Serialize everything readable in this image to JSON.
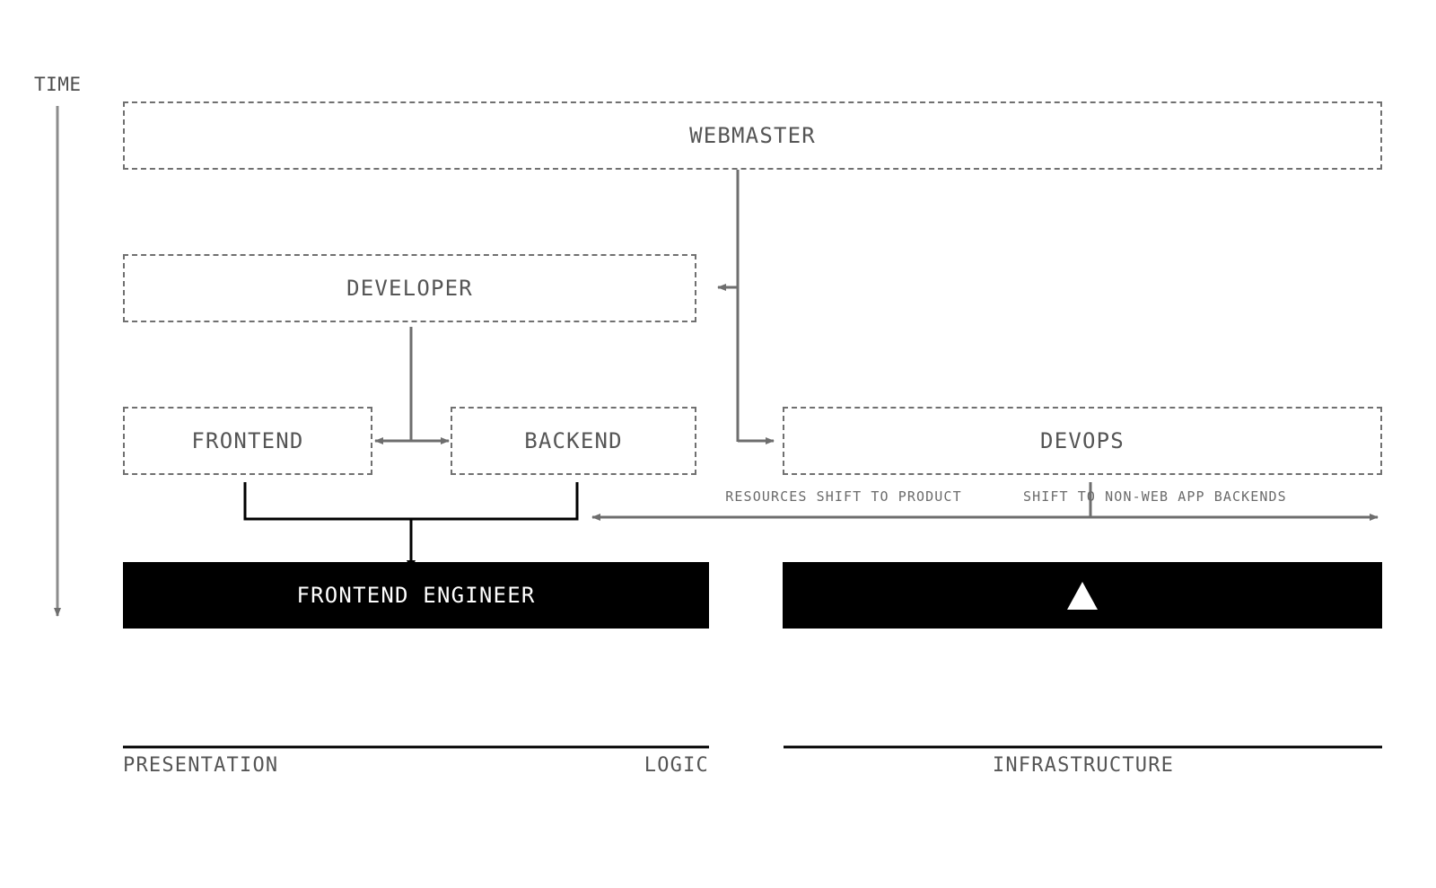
{
  "diagram": {
    "title_axis": "TIME",
    "roles": {
      "webmaster": "WEBMASTER",
      "developer": "DEVELOPER",
      "frontend": "FRONTEND",
      "backend": "BACKEND",
      "devops": "DEVOPS"
    },
    "outcomes": {
      "frontend_engineer": "FRONTEND ENGINEER",
      "devops_engineer_icon": "triangle-up-icon"
    },
    "flows": {
      "resources_shift": "RESOURCES SHIFT TO PRODUCT",
      "non_web_shift": "SHIFT TO NON-WEB APP BACKENDS"
    },
    "columns": [
      {
        "label": "PRESENTATION"
      },
      {
        "label": "LOGIC"
      },
      {
        "label": "INFRASTRUCTURE"
      }
    ],
    "colors": {
      "dashed_border": "#707070",
      "text_gray": "#555555",
      "flow_gray": "#6b6b6b",
      "arrow_gray": "#6e6e6e",
      "solid_fill": "#000000",
      "solid_text": "#ffffff",
      "background": "#ffffff"
    }
  }
}
